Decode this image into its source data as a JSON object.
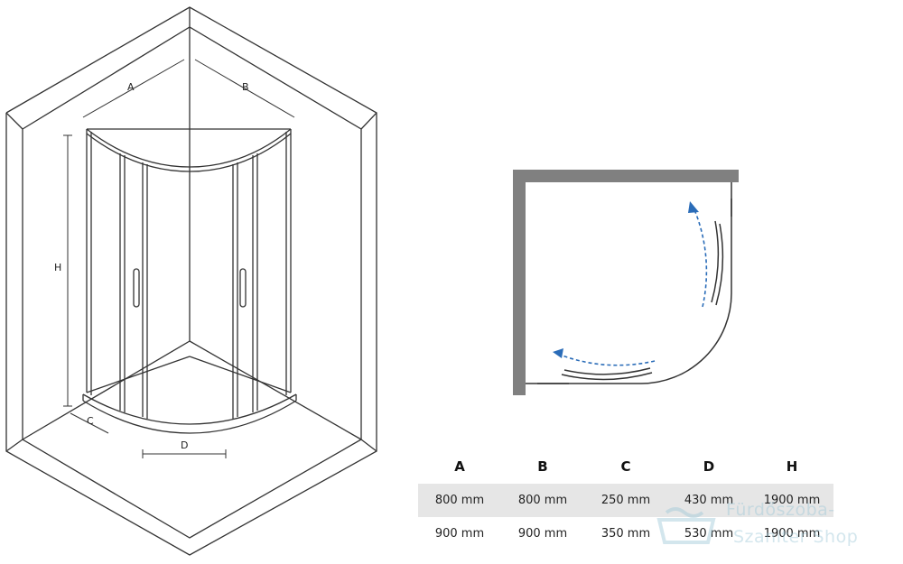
{
  "iso_labels": {
    "a": "A",
    "b": "B",
    "h": "H",
    "c": "C",
    "d": "D"
  },
  "table": {
    "headers": [
      "A",
      "B",
      "C",
      "D",
      "H"
    ],
    "rows": [
      [
        "800 mm",
        "800 mm",
        "250 mm",
        "430 mm",
        "1900 mm"
      ],
      [
        "900 mm",
        "900 mm",
        "350 mm",
        "530 mm",
        "1900 mm"
      ]
    ]
  },
  "watermark": {
    "line1": "Fürdőszoba-",
    "line2": "Szaniter Shop"
  },
  "colors": {
    "wall": "#808080",
    "line": "#333333",
    "arrow": "#2a6cb8",
    "row_shade": "#e6e6e6",
    "watermark": "#9ec8d8"
  }
}
